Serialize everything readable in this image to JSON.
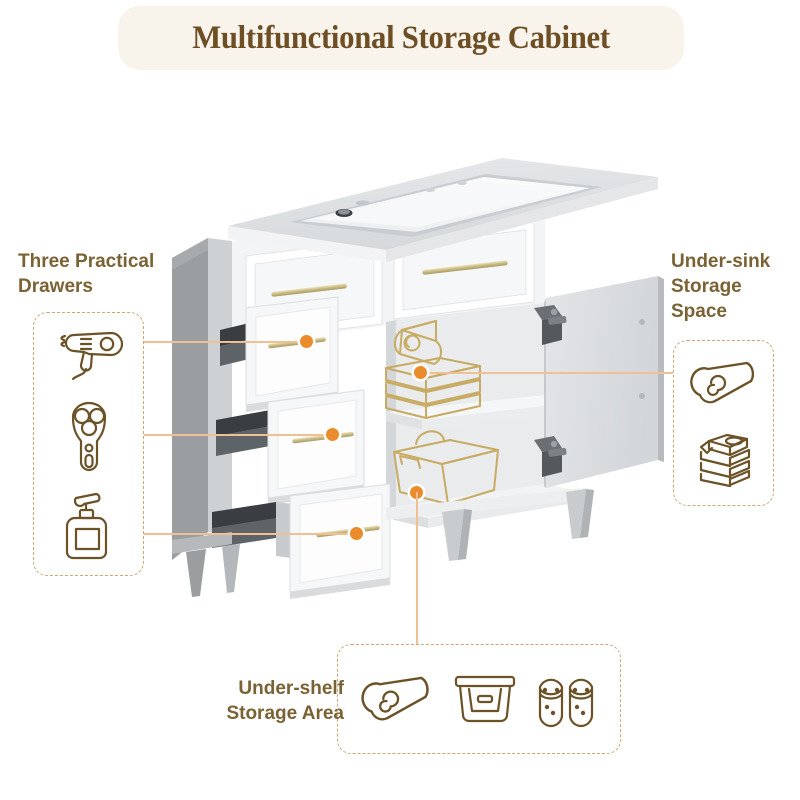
{
  "header": {
    "title": "Multifunctional Storage Cabinet",
    "background_color": "#f8f4ec",
    "text_color": "#6e4e24"
  },
  "theme": {
    "label_color": "#7a6234",
    "dash_border_color": "#c9a878",
    "connector_line_color": "#f0bf93",
    "connector_dot_color": "#ea8c2b",
    "icon_stroke_color": "#6b5227",
    "cabinet_white": "#f4f5f6",
    "cabinet_gray": "#9b9ea1",
    "cabinet_gray_dark": "#85888c",
    "hardware_gold": "#cfc08a",
    "wire_gold": "#c8ab63"
  },
  "callouts": [
    {
      "id": "three-practical-drawers",
      "label": "Three Practical\nDrawers",
      "position": "left",
      "icons": [
        {
          "name": "hair-dryer-icon",
          "label": "Hair dryer"
        },
        {
          "name": "electric-shaver-icon",
          "label": "Electric shaver"
        },
        {
          "name": "pump-bottle-icon",
          "label": "Pump bottle"
        }
      ],
      "connector_count": 3
    },
    {
      "id": "under-sink-storage-space",
      "label": "Under-sink\nStorage\nSpace",
      "position": "right",
      "icons": [
        {
          "name": "rolled-towel-icon",
          "label": "Rolled towel"
        },
        {
          "name": "folded-clothes-stack-icon",
          "label": "Folded clothes stack"
        }
      ],
      "connector_count": 1
    },
    {
      "id": "under-shelf-storage-area",
      "label": "Under-shelf\nStorage Area",
      "position": "bottom",
      "icons": [
        {
          "name": "rolled-towel-icon",
          "label": "Rolled towel"
        },
        {
          "name": "storage-bin-icon",
          "label": "Storage bin"
        },
        {
          "name": "slippers-icon",
          "label": "Slippers"
        }
      ],
      "connector_count": 1
    }
  ],
  "product": {
    "name": "bathroom-vanity-cabinet",
    "description": "White bathroom vanity cabinet with ceramic sink top, two top drawer fronts, three open side drawers and an open under-sink cabinet door",
    "parts": [
      {
        "name": "ceramic-sink-top",
        "count": 1
      },
      {
        "name": "faucet-hole",
        "count": 1
      },
      {
        "name": "top-drawer-front",
        "count": 2
      },
      {
        "name": "side-drawer-open",
        "count": 3
      },
      {
        "name": "cabinet-door-open",
        "count": 1
      },
      {
        "name": "door-hinge",
        "count": 2
      },
      {
        "name": "interior-shelf",
        "count": 1
      },
      {
        "name": "tapered-leg",
        "count": 3
      },
      {
        "name": "drawer-handle",
        "count": 5
      }
    ],
    "accessories": [
      {
        "name": "wire-rolled-towel",
        "count": 1
      },
      {
        "name": "wire-towel-stack",
        "count": 1
      },
      {
        "name": "wire-storage-basket",
        "count": 1
      }
    ]
  }
}
